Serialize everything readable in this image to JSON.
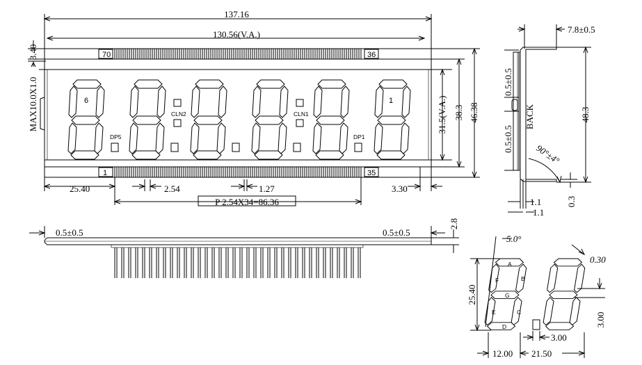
{
  "front_view": {
    "overall_width": "137.16",
    "viewing_area_width": "130.56(V.A.)",
    "top_offset": "3.40",
    "max_thickness": "MAX10.0X1.0",
    "pin_70": "70",
    "pin_36": "36",
    "pin_1": "1",
    "pin_35": "35",
    "digit_6": "6",
    "digit_1": "1",
    "colon_2": "CLN2",
    "colon_1": "CLN1",
    "dp5": "DP5",
    "dp1": "DP1",
    "va_height": "31.5(V.A.)",
    "glass_height": "38.3",
    "overall_height": "46.38",
    "left_offset": "25.40",
    "pin_pitch_width": "2.54",
    "pin_width": "1.27",
    "right_offset": "3.30",
    "pin_span": "P 2.54X34=86.36"
  },
  "side_view": {
    "pin_offset": "7.8±0.5",
    "upper_tol": "0.5±0.5",
    "lower_tol": "0.5±0.5",
    "back_label": "BACK",
    "height": "48.3",
    "angle": "90°±4°",
    "lead_width_1": "1.1",
    "lead_width_2": "1.1",
    "lead_thick": "0.3"
  },
  "bottom_view": {
    "left_tol": "0.5±0.5",
    "right_tol": "0.5±0.5",
    "thickness": "2.8"
  },
  "digit_detail": {
    "slant_angle": "5.0°",
    "seg_a": "A",
    "seg_b": "B",
    "seg_c": "C",
    "seg_d": "D",
    "seg_e": "E",
    "seg_f": "F",
    "seg_g": "G",
    "stroke_width": "0.30",
    "digit_height": "25.40",
    "digit_width": "12.00",
    "digit_pitch": "21.50",
    "dp_size_h": "3.00",
    "dp_size_v": "3.00"
  }
}
